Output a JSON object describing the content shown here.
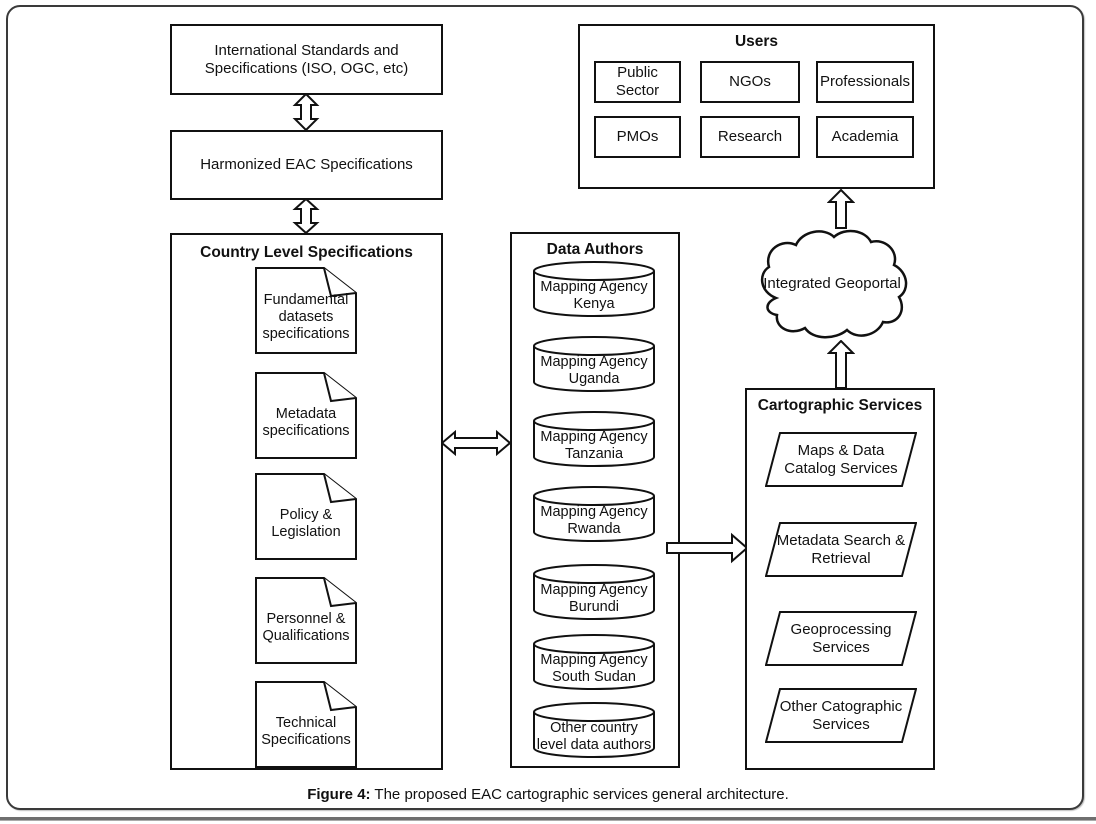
{
  "standards": {
    "international": "International Standards and\nSpecifications (ISO, OGC, etc)",
    "harmonized": "Harmonized EAC Specifications"
  },
  "country": {
    "title": "Country Level Specifications",
    "documents": [
      "Fundamental\ndatasets\nspecifications",
      "Metadata\nspecifications",
      "Policy &\nLegislation",
      "Personnel &\nQualifications",
      "Technical\nSpecifications"
    ]
  },
  "data_authors": {
    "title": "Data Authors",
    "databases": [
      "Mapping Agency\nKenya",
      "Mapping Agency\nUganda",
      "Mapping Agency\nTanzania",
      "Mapping Agency\nRwanda",
      "Mapping Agency\nBurundi",
      "Mapping Agency\nSouth Sudan",
      "Other country\nlevel data authors"
    ]
  },
  "users": {
    "title": "Users",
    "groups": [
      "Public\nSector",
      "NGOs",
      "Professionals",
      "PMOs",
      "Research",
      "Academia"
    ]
  },
  "geoportal": {
    "label": "Integrated Geoportal"
  },
  "cartographic": {
    "title": "Cartographic Services",
    "services": [
      "Maps & Data\nCatalog Services",
      "Metadata Search &\nRetrieval",
      "Geoprocessing\nServices",
      "Other Catographic\nServices"
    ]
  },
  "caption": {
    "label": "Figure 4:",
    "text": " The proposed EAC cartographic services general architecture."
  },
  "colors": {
    "diagram_stroke": "#111111",
    "panel_border": "#3a3a3a",
    "bottom_rule": "#6f6f6f"
  }
}
